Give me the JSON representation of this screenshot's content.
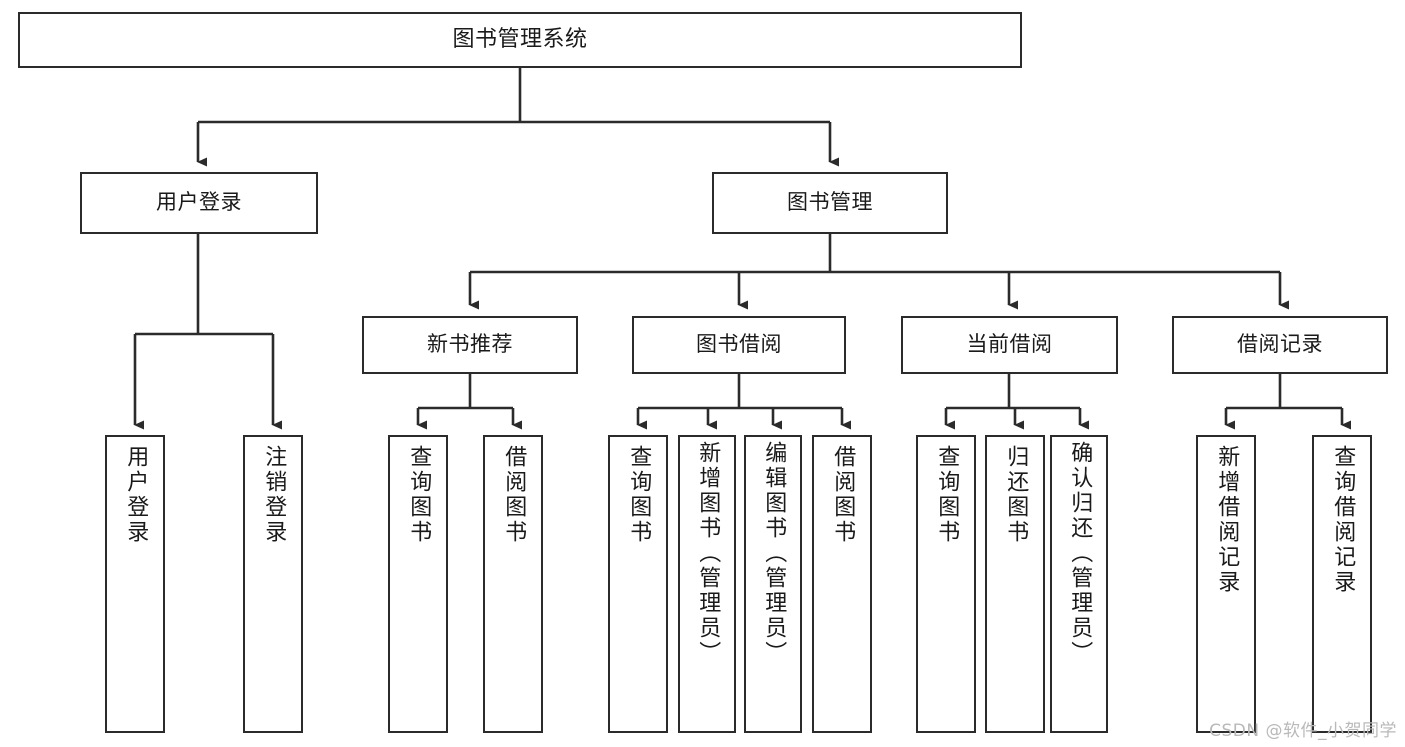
{
  "diagram": {
    "type": "tree",
    "title": "图书管理系统",
    "orientation": "top-down",
    "colors": {
      "box_border": "#2b2b2b",
      "box_fill": "#ffffff",
      "edge": "#2b2b2b",
      "text": "#1a1a1a",
      "watermark": "#b9b9b9",
      "background": "#ffffff"
    }
  },
  "root": {
    "label": "图书管理系统"
  },
  "level2": [
    {
      "label": "用户登录"
    },
    {
      "label": "图书管理"
    }
  ],
  "level3": [
    {
      "label": "新书推荐"
    },
    {
      "label": "图书借阅"
    },
    {
      "label": "当前借阅"
    },
    {
      "label": "借阅记录"
    }
  ],
  "leaves": {
    "user_login": [
      {
        "label": "用户登录"
      },
      {
        "label": "注销登录"
      }
    ],
    "new_book_recommend": [
      {
        "label": "查询图书"
      },
      {
        "label": "借阅图书"
      }
    ],
    "book_borrow": [
      {
        "label": "查询图书"
      },
      {
        "label": "新增图书（管理员）"
      },
      {
        "label": "编辑图书（管理员）"
      },
      {
        "label": "借阅图书"
      }
    ],
    "current_borrow": [
      {
        "label": "查询图书"
      },
      {
        "label": "归还图书"
      },
      {
        "label": "确认归还（管理员）"
      }
    ],
    "borrow_record": [
      {
        "label": "新增借阅记录"
      },
      {
        "label": "查询借阅记录"
      }
    ]
  },
  "watermark": {
    "text": "CSDN @软件_小贺同学"
  }
}
